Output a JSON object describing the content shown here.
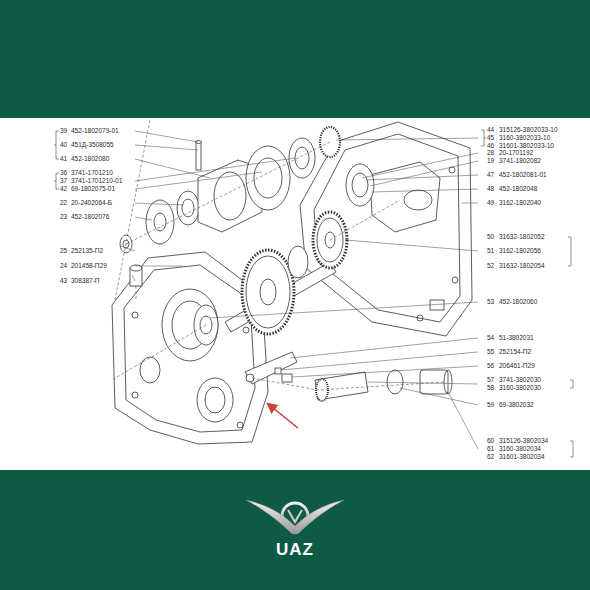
{
  "diagram": {
    "labels": [
      "39",
      "452-1802079-01",
      "40",
      "451Д-3508055",
      "41",
      "452-1802080",
      "36",
      "3741-1701210",
      "37",
      "3741-1701210-01",
      "42",
      "69-1802075-01",
      "22",
      "20-2402064-Б",
      "23",
      "452-1802076",
      "25",
      "252135-П2",
      "24",
      "201458-П29",
      "43",
      "308387-П",
      "44",
      "315126-3802033-10",
      "45",
      "3160-3802033-10",
      "46",
      "31601-3802033-10",
      "28",
      "20-1701192",
      "19",
      "3741-1802082",
      "47",
      "452-1802081-01",
      "48",
      "452-1802048",
      "49",
      "3162-1802040",
      "50",
      "31632-1802052",
      "51",
      "3162-1802056",
      "52",
      "31632-1802054",
      "53",
      "452-1802060",
      "54",
      "51-3802031",
      "55",
      "252154-П2",
      "56",
      "206461-П29",
      "57",
      "3741-3802030",
      "58",
      "3160-3802030",
      "59",
      "69-3802032",
      "60",
      "315126-3802034",
      "61",
      "3160-3802034",
      "62",
      "31601-3802034",
      "UAZ"
    ]
  }
}
